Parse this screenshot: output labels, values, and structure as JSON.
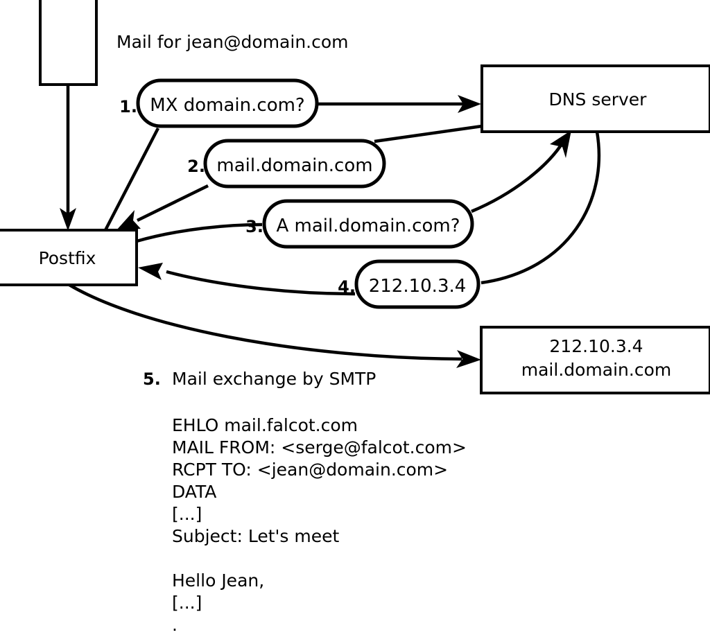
{
  "diagram": {
    "title_caption": "Mail for jean@domain.com",
    "nodes": {
      "sender_box": {
        "label": ""
      },
      "postfix": {
        "label": "Postfix"
      },
      "dns_server": {
        "label": "DNS server"
      },
      "target_server": {
        "line1": "212.10.3.4",
        "line2": "mail.domain.com"
      }
    },
    "steps": [
      {
        "num": "1.",
        "label": "MX domain.com?"
      },
      {
        "num": "2.",
        "label": "mail.domain.com"
      },
      {
        "num": "3.",
        "label": "A mail.domain.com?"
      },
      {
        "num": "4.",
        "label": "212.10.3.4"
      }
    ],
    "step5": {
      "num": "5.",
      "label": "Mail exchange by SMTP"
    },
    "smtp_transcript": [
      "EHLO mail.falcot.com",
      "MAIL FROM: <serge@falcot.com>",
      "RCPT TO: <jean@domain.com>",
      "DATA",
      "[...]",
      "Subject: Let's meet",
      "",
      "Hello Jean,",
      "[...]",
      "."
    ],
    "colors": {
      "stroke": "#000000",
      "fill": "#ffffff",
      "text": "#000000"
    }
  }
}
